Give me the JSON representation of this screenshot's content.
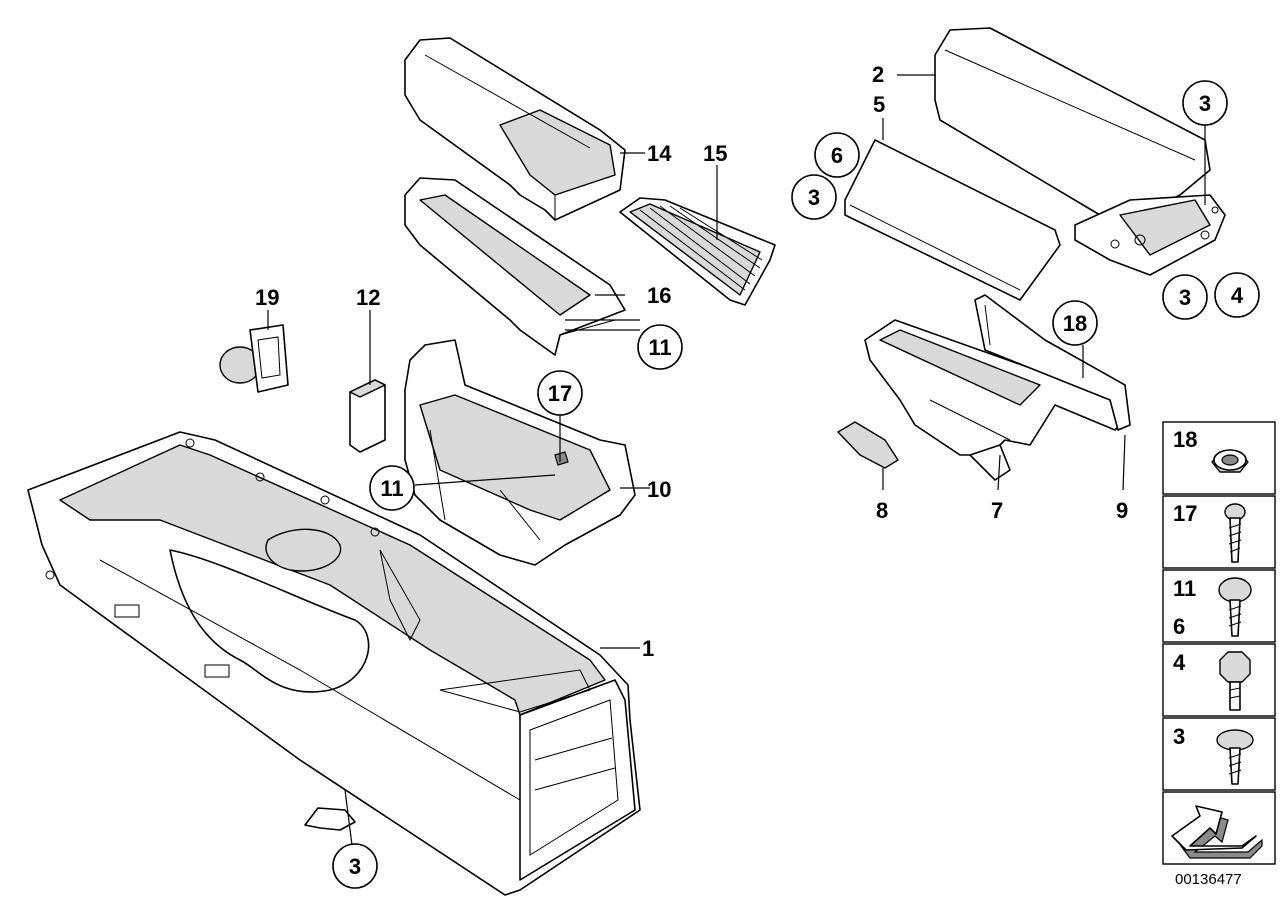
{
  "diagram_code": "00136477",
  "labels": {
    "l1": "1",
    "l2": "2",
    "l3a": "3",
    "l3b": "3",
    "l3c": "3",
    "l3d": "3",
    "l4": "4",
    "l5": "5",
    "l6": "6",
    "l7": "7",
    "l8": "8",
    "l9": "9",
    "l10": "10",
    "l11a": "11",
    "l11b": "11",
    "l12": "12",
    "l14": "14",
    "l15": "15",
    "l16": "16",
    "l17": "17",
    "l18": "18",
    "l19": "19"
  },
  "legend": {
    "r18": "18",
    "r17": "17",
    "r11": "11",
    "r6": "6",
    "r4": "4",
    "r3": "3"
  }
}
